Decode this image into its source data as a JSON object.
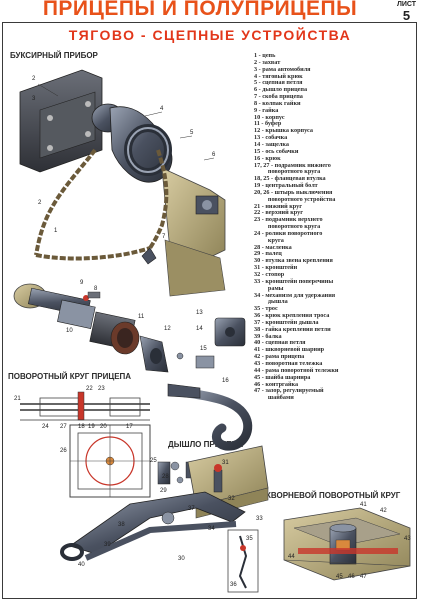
{
  "header": {
    "title": "ПРИЦЕПЫ И ПОЛУПРИЦЕПЫ",
    "sheet_label": "ЛИСТ",
    "sheet_number": "5"
  },
  "subtitle": "ТЯГОВО - СЦЕПНЫЕ   УСТРОЙСТВА",
  "sections": {
    "tow_device": "БУКСИРНЫЙ ПРИБОР",
    "turntable": "ПОВОРОТНЫЙ КРУГ ПРИЦЕПА",
    "drawbar": "ДЫШЛО ПРИЦЕПА",
    "kingpin_turntable": "ШКВОРНЕВОЙ ПОВОРОТНЫЙ КРУГ"
  },
  "legend": [
    "1 - цепь",
    "2 - захват",
    "3 - рама автомобиля",
    "4 - тяговый крюк",
    "5 - сцепная петля",
    "6 - дышло прицепа",
    "7 - скоба прицепа",
    "8 - колпак гайки",
    "9 - гайка",
    "10 - корпус",
    "11 - буфер",
    "12 - крышка корпуса",
    "13 - собачка",
    "14 - защелка",
    "15 - ось собачки",
    "16 - крюк",
    "17, 27 - подрамник нижнего",
    "         поворотного круга",
    "18, 25 - фланцевая втулка",
    "19 - центральный болт",
    "20, 26 - штырь выключения",
    "         поворотного устройства",
    "21 - нижний круг",
    "22 - верхний круг",
    "23 - подрамник верхнего",
    "         поворотного круга",
    "24 - ролики поворотного",
    "         круга",
    "28 - масленка",
    "29 - палец",
    "30 - втулка звена крепления",
    "31 - кронштейн",
    "32 - стопор",
    "33 - кронштейн поперечины",
    "         рамы",
    "34 - механизм для удержания",
    "         дышла",
    "35 - трос",
    "36 - крюк крепления троса",
    "37 - кронштейн дышла",
    "38 - гайка крепления петли",
    "39 - балка",
    "40 - сцепная петля",
    "41 - шкворневой шарнир",
    "42 - рама прицепа",
    "43 - поворотная тележка",
    "44 - рама поворотной тележки",
    "45 - шайба шарнира",
    "46 - контргайка",
    "47 - зазор, регулируемый",
    "         шайбами"
  ],
  "callouts": {
    "tow": [
      "2",
      "3",
      "4",
      "5",
      "6",
      "7",
      "1",
      "2"
    ],
    "hook": [
      "9",
      "8",
      "10",
      "11",
      "12",
      "13",
      "14",
      "15",
      "16"
    ],
    "turntable": [
      "22",
      "23",
      "18",
      "19",
      "20",
      "24",
      "21",
      "17"
    ],
    "lower": [
      "27",
      "26",
      "25",
      "28",
      "29"
    ],
    "drawbar": [
      "31",
      "32",
      "37",
      "33",
      "34",
      "35",
      "36",
      "38",
      "39",
      "40",
      "30"
    ],
    "kingpin": [
      "41",
      "42",
      "43",
      "44",
      "45",
      "46",
      "47"
    ]
  },
  "colors": {
    "title": "#e8521a",
    "subtitle": "#e2361a",
    "steel": "#4a5160",
    "steel_light": "#8a93a3",
    "frame_tan": "#b9ab7e",
    "chain": "#6b5a3a",
    "highlight_red": "#c8362a",
    "orange_part": "#d9893d"
  }
}
